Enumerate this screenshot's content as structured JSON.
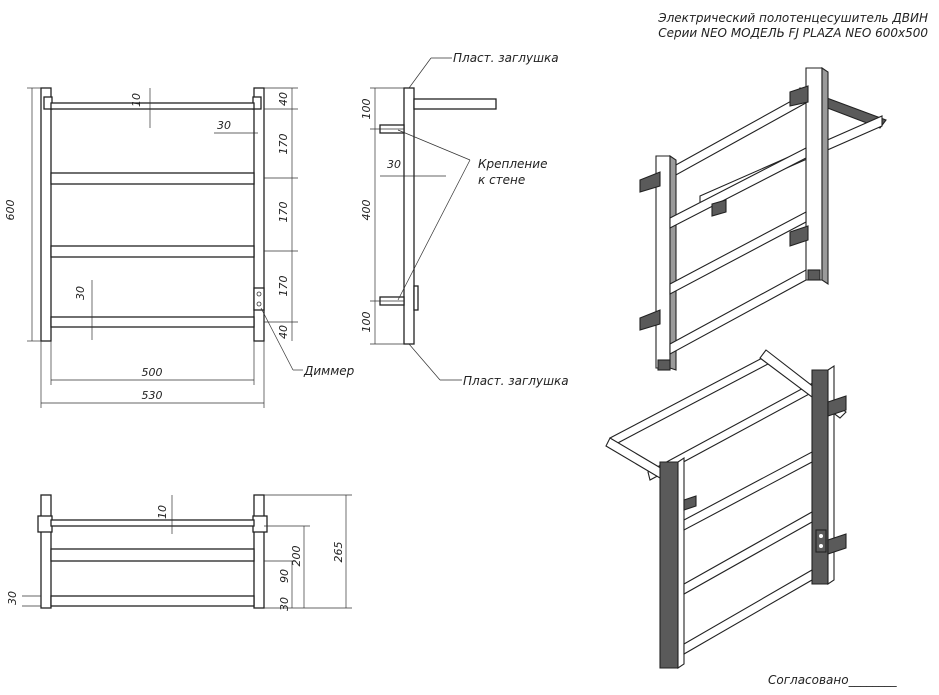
{
  "title": {
    "line1": "Электрический полотенцесушитель ДВИН",
    "line2": "Серии NEO МОДЕЛЬ FJ PLAZA NEO 600x500"
  },
  "labels": {
    "plug_top": "Пласт. заглушка",
    "plug_bottom": "Пласт. заглушка",
    "wall_mount_1": "Крепление",
    "wall_mount_2": "к стене",
    "dimmer": "Диммер",
    "approved": "Согласовано________"
  },
  "front_view": {
    "height": "600",
    "width_inner": "500",
    "width_outer": "530",
    "bar_thickness": "10",
    "bar_offset": "30",
    "spacing": [
      "40",
      "170",
      "170",
      "170",
      "40"
    ],
    "bottom_gap": "30"
  },
  "side_view": {
    "top": "100",
    "middle": "400",
    "bottom": "100",
    "offset": "30"
  },
  "top_view": {
    "bar_thickness": "10",
    "depth_total": "265",
    "depth_200": "200",
    "depth_90": "90",
    "depth_30": "30",
    "left_30": "30"
  }
}
